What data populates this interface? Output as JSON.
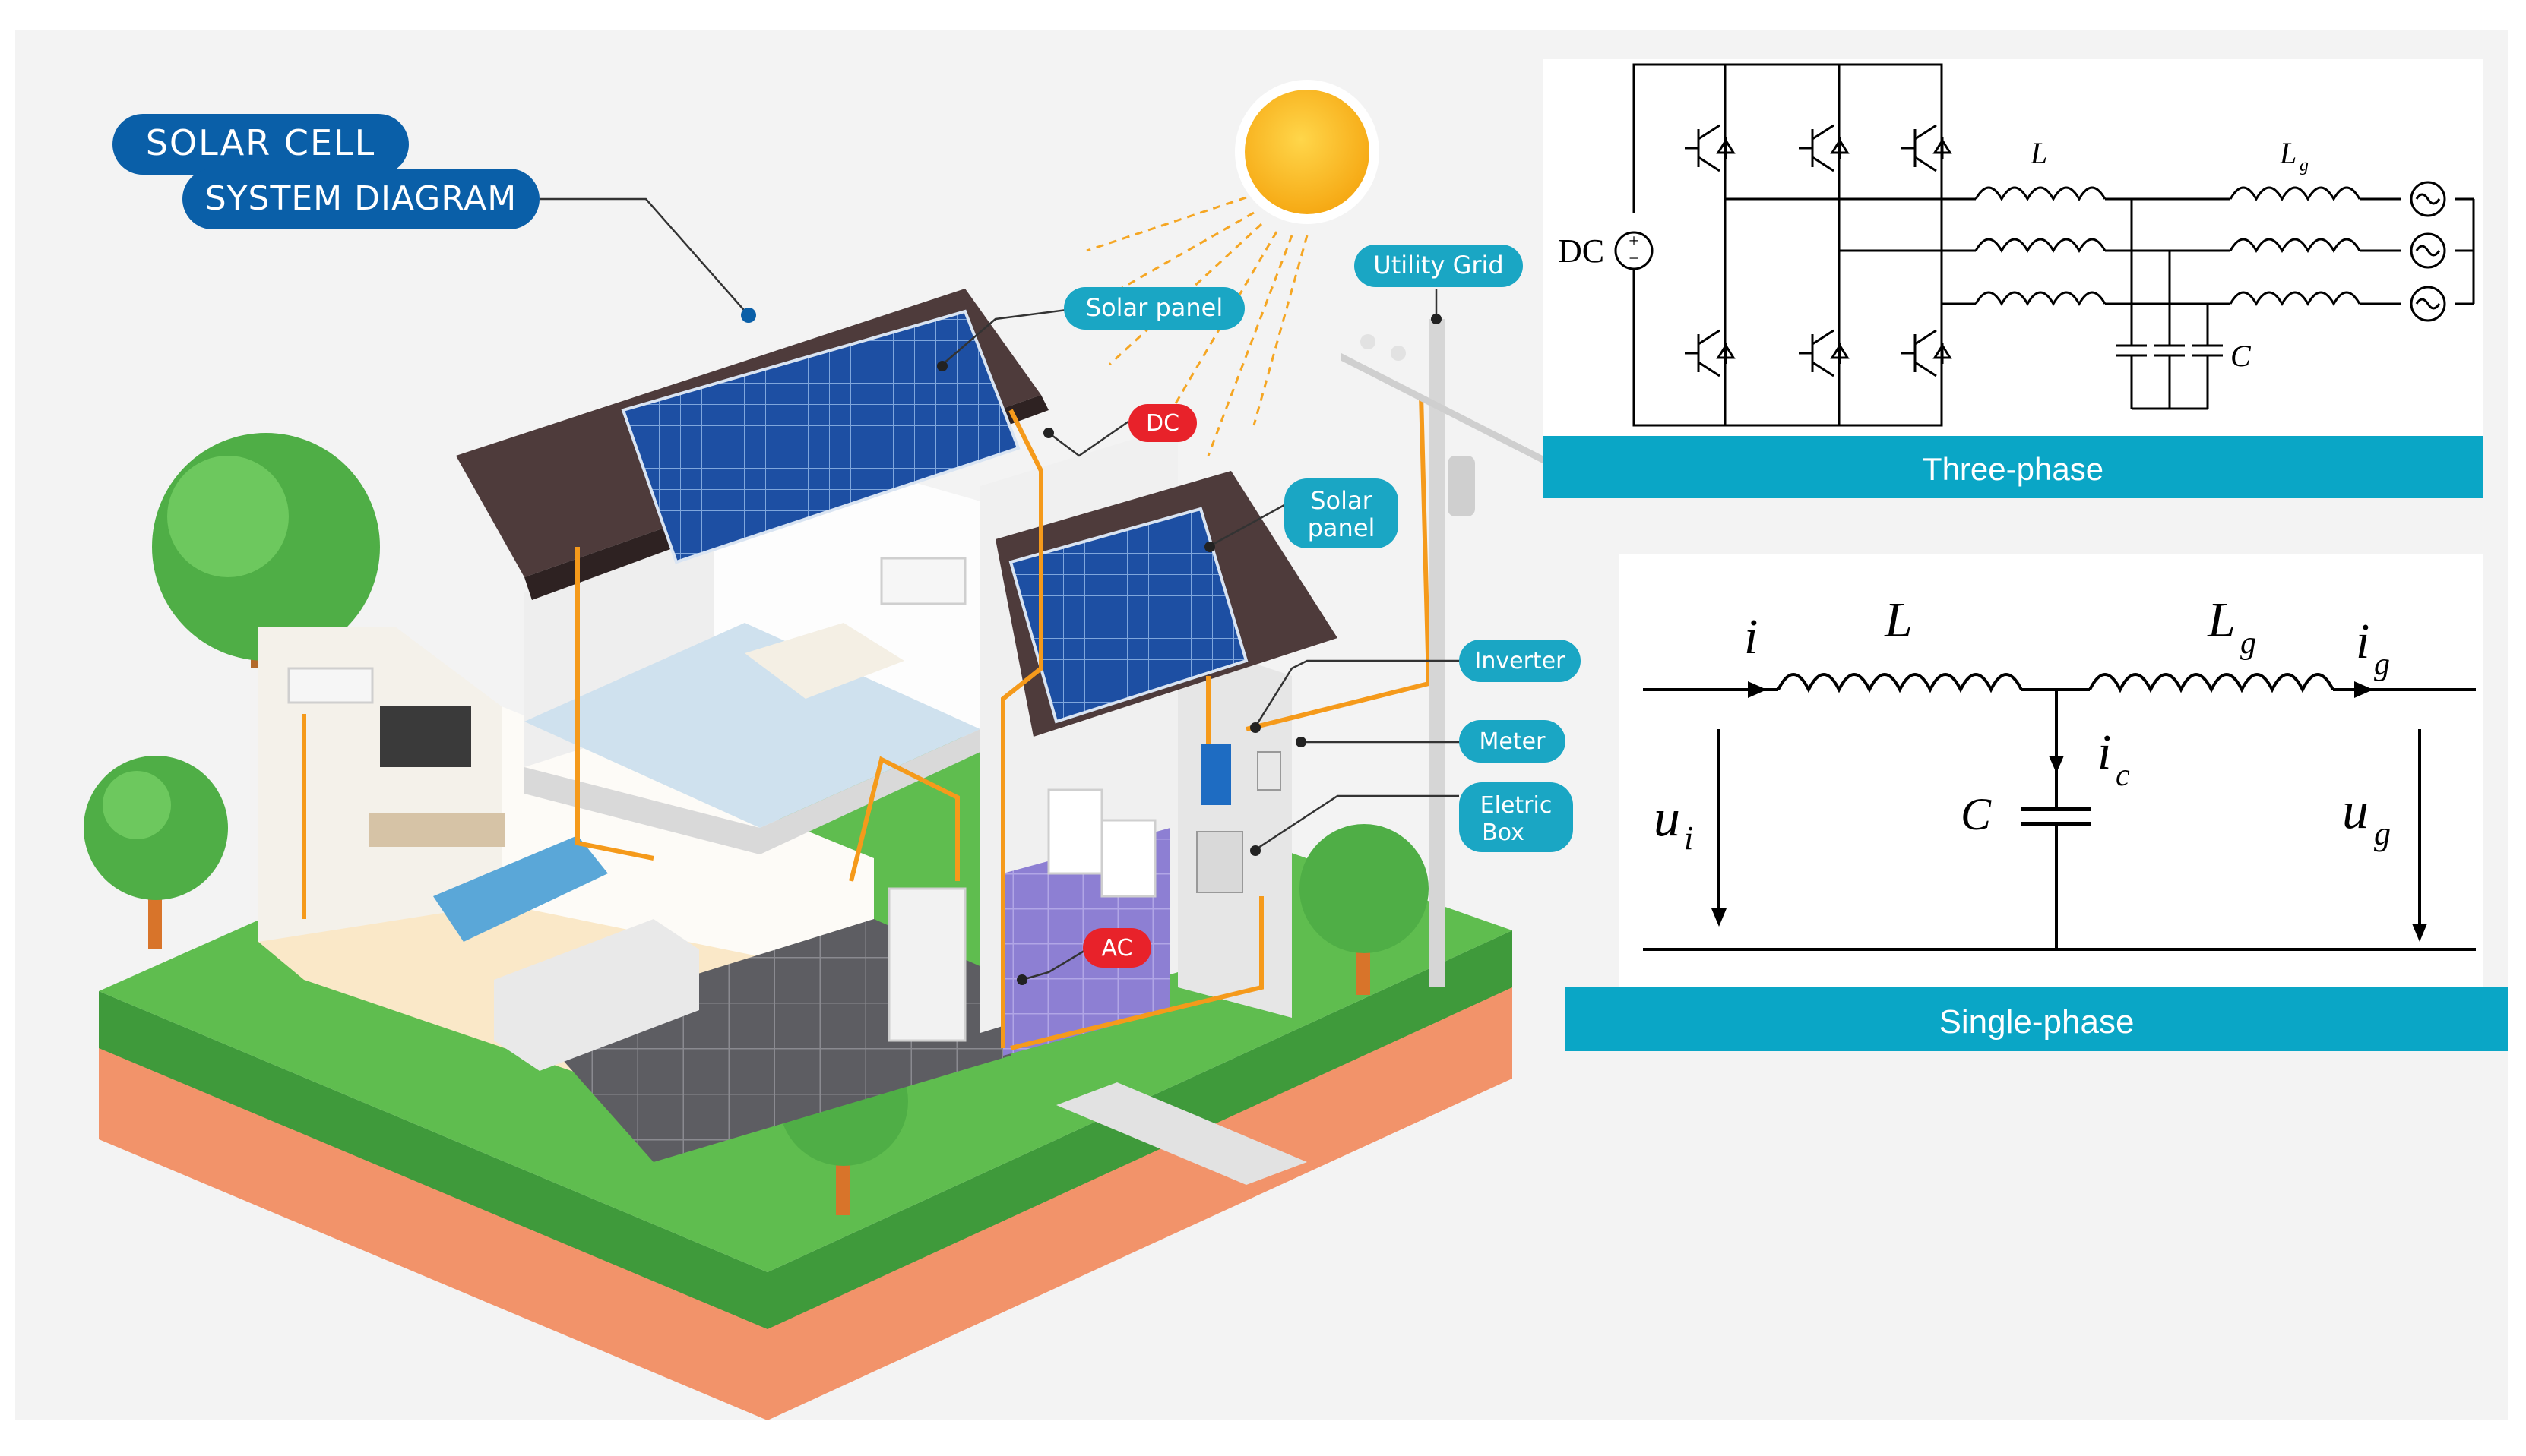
{
  "illustration": {
    "title_line1": "SOLAR CELL",
    "title_line2": "SYSTEM DIAGRAM",
    "labels": {
      "solar_panel_roof": "Solar panel",
      "dc": "DC",
      "solar_panel_side_l1": "Solar",
      "solar_panel_side_l2": "panel",
      "utility_grid": "Utility Grid",
      "inverter": "Inverter",
      "meter": "Meter",
      "eletric_box_l1": "Eletric",
      "eletric_box_l2": "Box",
      "ac": "AC"
    }
  },
  "three_phase": {
    "caption": "Three-phase",
    "dc_label": "DC",
    "plus": "+",
    "minus": "−",
    "L": "L",
    "Lg_main": "L",
    "Lg_sub": "g",
    "C": "C"
  },
  "single_phase": {
    "caption": "Single-phase",
    "i": "i",
    "L": "L",
    "Lg_main": "L",
    "Lg_sub": "g",
    "ig_main": "i",
    "ig_sub": "g",
    "ic_main": "i",
    "ic_sub": "c",
    "C": "C",
    "ui_main": "u",
    "ui_sub": "i",
    "ug_main": "u",
    "ug_sub": "g"
  },
  "colors": {
    "pill_blue": "#0a5fa8",
    "pill_teal": "#1aa6c4",
    "caption_bar": "#0aa6c6",
    "badge_red": "#e8222a",
    "wire_orange": "#f59a1b",
    "panel_blue": "#1d4fa3",
    "roof": "#4e3b3b",
    "grass": "#57b94a",
    "soil": "#f59a6e",
    "sun": "#f8b81a"
  }
}
